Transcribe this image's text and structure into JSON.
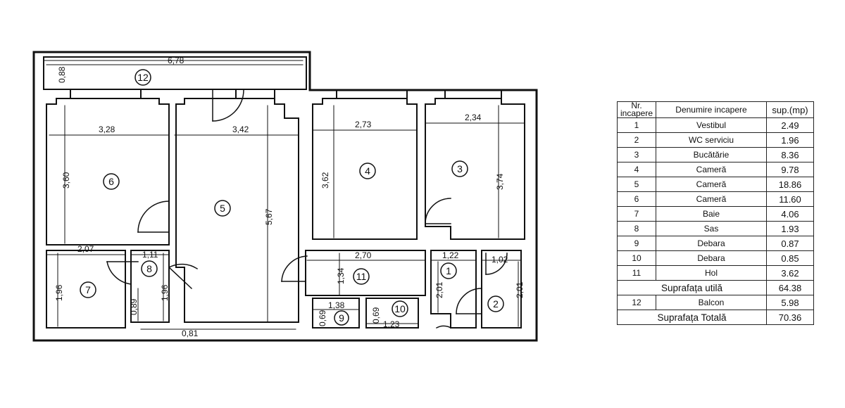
{
  "plan": {
    "dims": {
      "balcon_len": "6,78",
      "balcon_w": "0,88",
      "r6_w": "3,28",
      "r6_h": "3,60",
      "r5_w": "3,42",
      "r5_h": "5,67",
      "r4_w": "2,73",
      "r4_h": "3,62",
      "r3_w": "2,34",
      "r3_h": "3,74",
      "r7_w": "2,07",
      "r7_h": "1,96",
      "r8_w": "1,11",
      "r8_h": "1,96",
      "r8_d": "0,89",
      "bottom": "0,81",
      "r11_w": "2,70",
      "r11_h": "1,34",
      "r9_w": "1,38",
      "r9_h": "0,69",
      "r10_w": "1,23",
      "r10_h": "0,69",
      "r1_w": "1,22",
      "r1_h": "2,01",
      "r2_w": "1,02",
      "r2_h": "2,01"
    },
    "rooms": {
      "r1": "1",
      "r2": "2",
      "r3": "3",
      "r4": "4",
      "r5": "5",
      "r6": "6",
      "r7": "7",
      "r8": "8",
      "r9": "9",
      "r10": "10",
      "r11": "11",
      "r12": "12"
    }
  },
  "legend": {
    "header": {
      "nr": [
        "Nr.",
        "incapere"
      ],
      "name": "Denumire incapere",
      "sup": "sup.(mp)"
    },
    "rows": [
      {
        "nr": "1",
        "name": "Vestibul",
        "sup": "2.49"
      },
      {
        "nr": "2",
        "name": "WC serviciu",
        "sup": "1.96"
      },
      {
        "nr": "3",
        "name": "Bucătărie",
        "sup": "8.36"
      },
      {
        "nr": "4",
        "name": "Cameră",
        "sup": "9.78"
      },
      {
        "nr": "5",
        "name": "Cameră",
        "sup": "18.86"
      },
      {
        "nr": "6",
        "name": "Cameră",
        "sup": "11.60"
      },
      {
        "nr": "7",
        "name": "Baie",
        "sup": "4.06"
      },
      {
        "nr": "8",
        "name": "Sas",
        "sup": "1.93"
      },
      {
        "nr": "9",
        "name": "Debara",
        "sup": "0.87"
      },
      {
        "nr": "10",
        "name": "Debara",
        "sup": "0.85"
      },
      {
        "nr": "11",
        "name": "Hol",
        "sup": "3.62"
      }
    ],
    "util": {
      "label": "Suprafața utilă",
      "sup": "64.38"
    },
    "balcon": {
      "nr": "12",
      "name": "Balcon",
      "sup": "5.98"
    },
    "total": {
      "label": "Suprafața Totală",
      "sup": "70.36"
    }
  }
}
